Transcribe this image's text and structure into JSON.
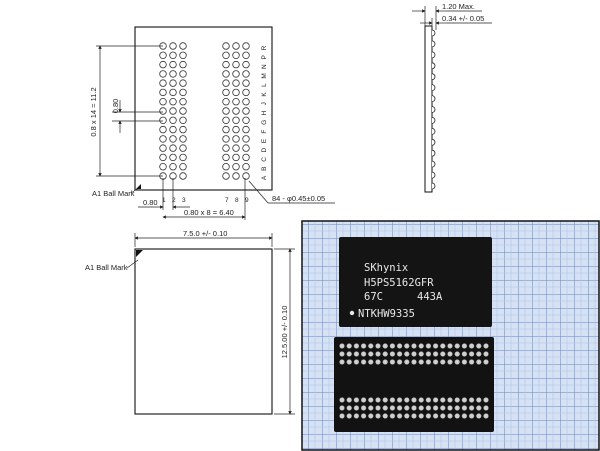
{
  "top_view": {
    "height_dim": "0.8 x 14 = 11.2",
    "pitch_v_dim": "0.80",
    "a1_mark": "A1 Ball Mark",
    "col_pitch_dim": "0.80",
    "row_span_dim": "0.80 x 8 = 6.40",
    "ball_dim": "84 - φ0.45±0.05",
    "col_labels": [
      "1",
      "2",
      "3",
      "7",
      "8",
      "9"
    ],
    "row_labels": [
      "A",
      "B",
      "C",
      "D",
      "E",
      "F",
      "G",
      "H",
      "J",
      "K",
      "L",
      "M",
      "N",
      "P",
      "R"
    ]
  },
  "side_view": {
    "max_height": "1.20 Max.",
    "standoff": "0.34 +/- 0.05"
  },
  "bottom_view": {
    "width_dim": "7.5.0 +/- 0.10",
    "length_dim": "12.5.00 +/- 0.10",
    "a1_mark": "A1 Ball Mark"
  },
  "photo": {
    "brand": "SKhynix",
    "part_number": "H5PS5162GFR",
    "line3_left": "67C",
    "line3_right": "443A",
    "line4": "NTKHW9335",
    "grid_color": "#7a9fd6",
    "chip_color": "#111111"
  }
}
